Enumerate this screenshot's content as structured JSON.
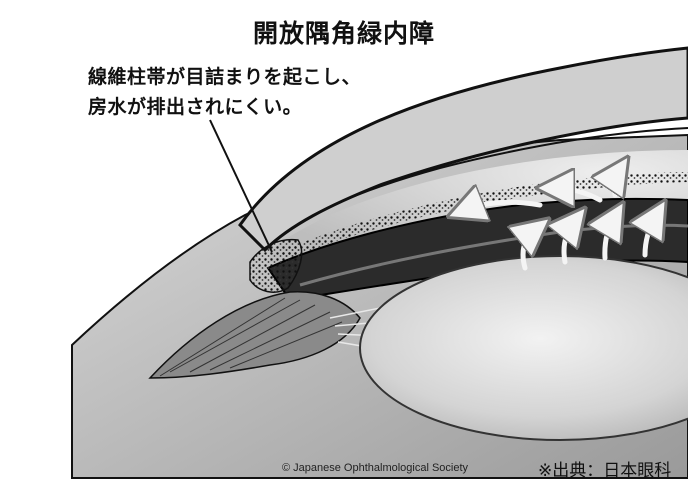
{
  "title": "開放隅角緑内障",
  "annotation": {
    "line1": "線維柱帯が目詰まりを起こし、",
    "line2": "房水が排出されにくい。"
  },
  "copyright": "© Japanese Ophthalmological Society",
  "source": "※出典：日本眼科"
}
